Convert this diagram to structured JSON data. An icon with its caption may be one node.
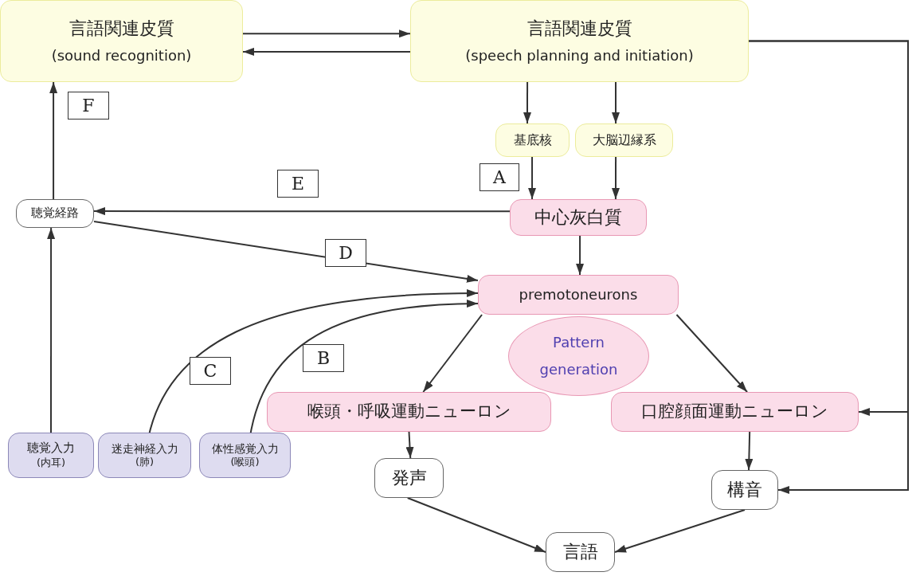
{
  "diagram": {
    "nodes": [
      {
        "text": [
          "言語関連皮質",
          "(sound recognition)"
        ]
      },
      {
        "text": [
          "言語関連皮質",
          "(speech planning and initiation)"
        ]
      },
      {
        "text": [
          "基底核"
        ]
      },
      {
        "text": [
          "大脳辺縁系"
        ]
      },
      {
        "text": [
          "中心灰白質"
        ]
      },
      {
        "text": [
          "聴覚経路"
        ]
      },
      {
        "text": [
          "premotoneurons"
        ]
      },
      {
        "text": [
          "Pattern generation"
        ]
      },
      {
        "text": [
          "喉頭・呼吸運動ニューロン"
        ]
      },
      {
        "text": [
          "口腔顔面運動ニューロン"
        ]
      },
      {
        "text": [
          "聴覚入力",
          "(内耳)"
        ]
      },
      {
        "text": [
          "迷走神経入力",
          "(肺)"
        ]
      },
      {
        "text": [
          "体性感覚入力",
          "(喉頭)"
        ]
      },
      {
        "text": [
          "発声"
        ]
      },
      {
        "text": [
          "構音"
        ]
      },
      {
        "text": [
          "言語"
        ]
      }
    ],
    "edges": [
      {
        "from": 0,
        "to": 1,
        "arrow": "to"
      },
      {
        "from": 1,
        "to": 0,
        "arrow": "to"
      },
      {
        "from": 1,
        "to": 2,
        "arrow": "to"
      },
      {
        "from": 1,
        "to": 3,
        "arrow": "to"
      },
      {
        "from": 2,
        "to": 4,
        "arrow": "to",
        "label": "A"
      },
      {
        "from": 3,
        "to": 4,
        "arrow": "to"
      },
      {
        "from": 4,
        "to": 5,
        "arrow": "to",
        "label": "E"
      },
      {
        "from": 5,
        "to": 0,
        "arrow": "to",
        "label": "F"
      },
      {
        "from": 5,
        "to": 6,
        "arrow": "to",
        "label": "D"
      },
      {
        "from": 4,
        "to": 6,
        "arrow": "to"
      },
      {
        "from": 11,
        "to": 6,
        "arrow": "to",
        "label": "C"
      },
      {
        "from": 12,
        "to": 6,
        "arrow": "to",
        "label": "B"
      },
      {
        "from": 10,
        "to": 5,
        "arrow": "to"
      },
      {
        "from": 6,
        "to": 8,
        "arrow": "to"
      },
      {
        "from": 6,
        "to": 9,
        "arrow": "to"
      },
      {
        "from": 8,
        "to": 13,
        "arrow": "to"
      },
      {
        "from": 9,
        "to": 14,
        "arrow": "to"
      },
      {
        "from": 13,
        "to": 15,
        "arrow": "to"
      },
      {
        "from": 14,
        "to": 15,
        "arrow": "to"
      },
      {
        "from": 1,
        "to": 9,
        "arrow": "to"
      },
      {
        "from": 1,
        "to": 14,
        "arrow": "to"
      }
    ]
  }
}
